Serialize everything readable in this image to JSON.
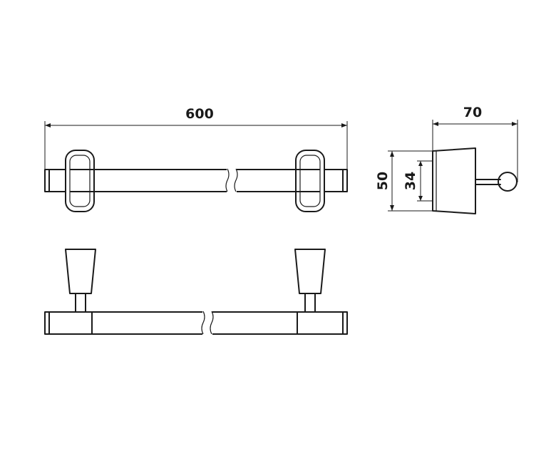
{
  "dimensions": {
    "overall_length": "600",
    "side_depth": "70",
    "side_height": "50",
    "rosette_height": "34"
  }
}
